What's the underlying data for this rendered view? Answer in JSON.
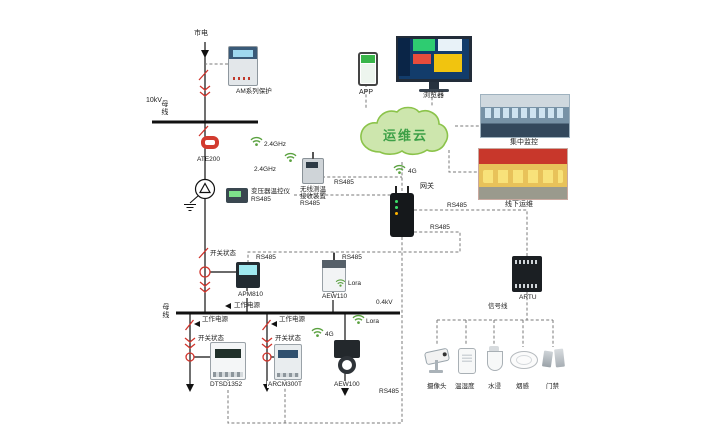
{
  "colors": {
    "accent_green": "#3da047",
    "cloud_fill": "#cde6ad",
    "cloud_stroke": "#8bc34a",
    "breaker_red": "#d0342c",
    "wire_black": "#111111",
    "comm_gray": "#777777"
  },
  "icons": {
    "wireless": "wifi-arcs",
    "cloud": "cloud-outline"
  },
  "top_section": {
    "mains_label": "市电",
    "relay_label": "AM系列保护",
    "voltage_label": "10kV",
    "bus_label": "母线",
    "wireless_1_label": "2.4GHz",
    "wireless_2_label": "2.4GHz",
    "ate200_label": "ATE200",
    "receiver_name_1": "无线测温",
    "receiver_name_2": "接收装置",
    "receiver_name_3": "RS485",
    "receiver_bus_label": "RS485",
    "temp_controller_label": "变压器温控仪",
    "temp_controller_bus_label": "RS485"
  },
  "cloud_section": {
    "cloud_label": "运维云",
    "app_label": "APP",
    "browser_label": "浏览器",
    "centralized_label": "集中监控",
    "offline_label": "线下运维",
    "gateway_label": "网关",
    "gateway_wireless_label": "4G",
    "gateway_bus_label_1": "RS485",
    "gateway_bus_label_2": "RS485"
  },
  "middle_section": {
    "switch_state_label": "开关状态",
    "apm810_bus_label": "RS485",
    "apm810_label": "APM810",
    "aew110_bus_label": "RS485",
    "aew110_wireless_label": "Lora",
    "aew110_label": "AEW110",
    "artu_label": "ARTU",
    "signal_line_label": "信号线",
    "working_power_label": "工作电源"
  },
  "bottom_section": {
    "bus_label": "母线",
    "voltage_label": "0.4kV",
    "working_power_1_label": "工作电源",
    "working_power_2_label": "工作电源",
    "switch_state_1_label": "开关状态",
    "switch_state_2_label": "开关状态",
    "wireless_4g_label": "4G",
    "wireless_lora_label": "Lora",
    "dtsd1352_label": "DTSD1352",
    "arcm300t_label": "ARCM300T",
    "aew100_label": "AEW100",
    "camera_label": "摄像头",
    "temp_humidity_label": "温湿度",
    "water_label": "水浸",
    "smoke_label": "烟感",
    "door_label": "门禁",
    "bus_comm_label": "RS485"
  }
}
